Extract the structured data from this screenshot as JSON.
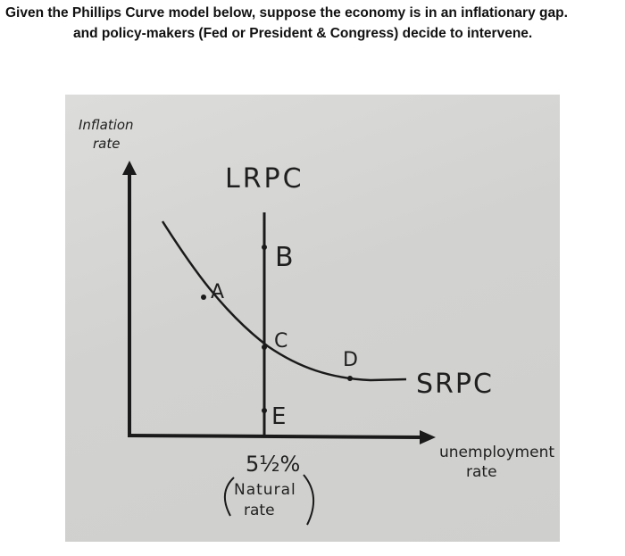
{
  "question": {
    "line1": "Given the Phillips Curve model below, suppose the economy is in an inflationary gap.",
    "line2": "and policy-makers (Fed or President & Congress) decide to intervene."
  },
  "diagram": {
    "y_axis_label_1": "Inflation",
    "y_axis_label_2": "rate",
    "x_axis_label_1": "unemployment",
    "x_axis_label_2": "rate",
    "lrpc_label": "LRPC",
    "srpc_label": "SRPC",
    "natural_rate_value": "5½%",
    "natural_rate_label_1": "Natural",
    "natural_rate_label_2": "rate",
    "points": {
      "A": "A",
      "B": "B",
      "C": "C",
      "D": "D",
      "E": "E"
    }
  }
}
